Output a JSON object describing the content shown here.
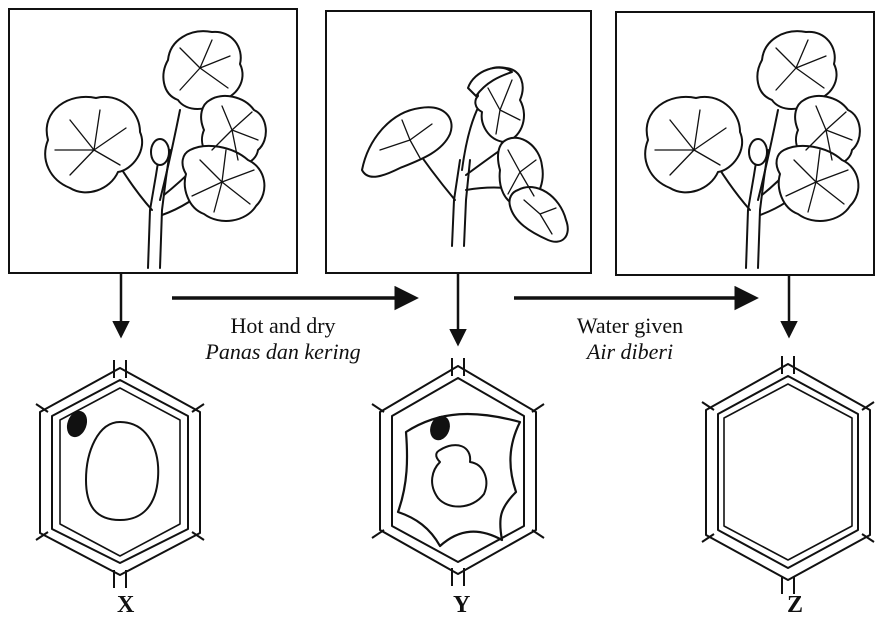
{
  "transitions": [
    {
      "english": "Hot and dry",
      "malay": "Panas dan kering"
    },
    {
      "english": "Water given",
      "malay": "Air diberi"
    }
  ],
  "cells": [
    {
      "label": "X"
    },
    {
      "label": "Y"
    },
    {
      "label": "Z"
    }
  ]
}
